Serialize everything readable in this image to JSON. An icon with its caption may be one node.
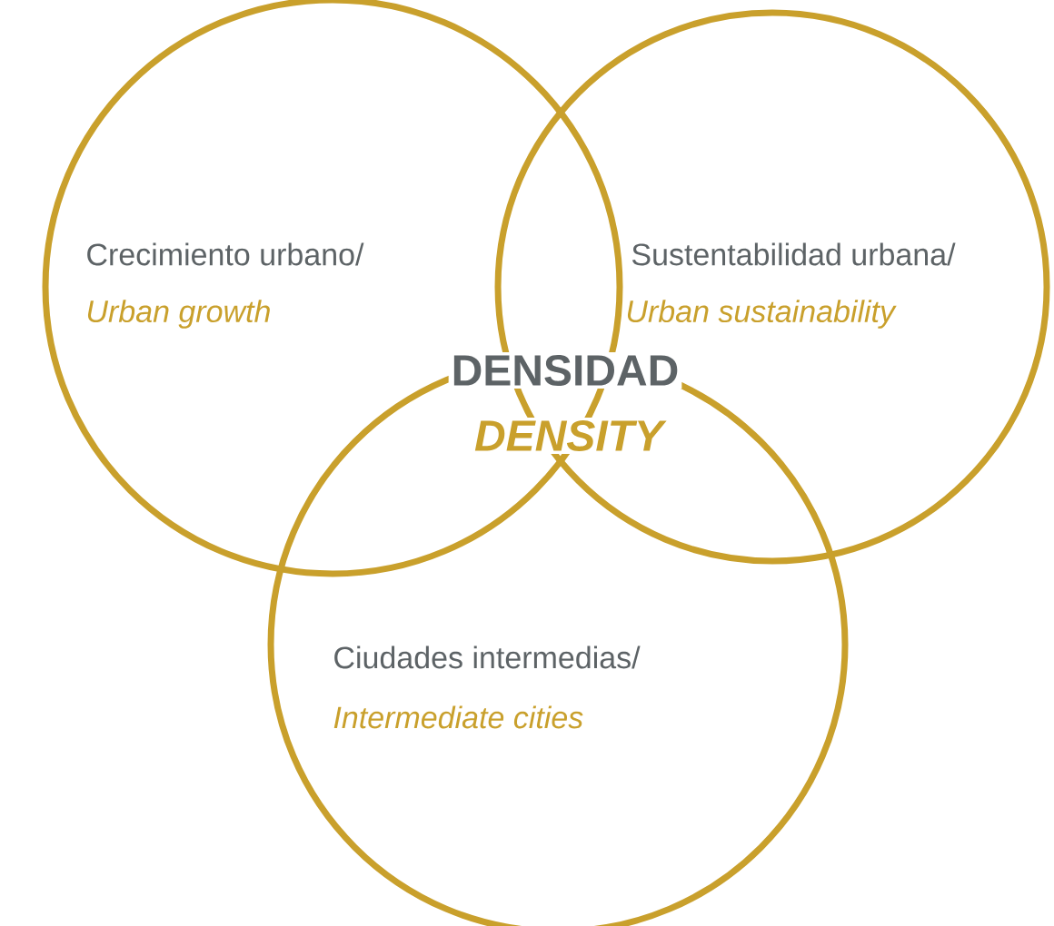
{
  "diagram": {
    "nodes": [
      {
        "text": [
          "Crecimiento urbano/",
          "Urban growth"
        ]
      },
      {
        "text": [
          "Sustentabilidad urbana/",
          "Urban sustainability"
        ]
      },
      {
        "text": [
          "Ciudades intermedias/",
          "Intermediate cities"
        ]
      }
    ],
    "labels": [
      "DENSIDAD",
      "DENSITY"
    ]
  }
}
